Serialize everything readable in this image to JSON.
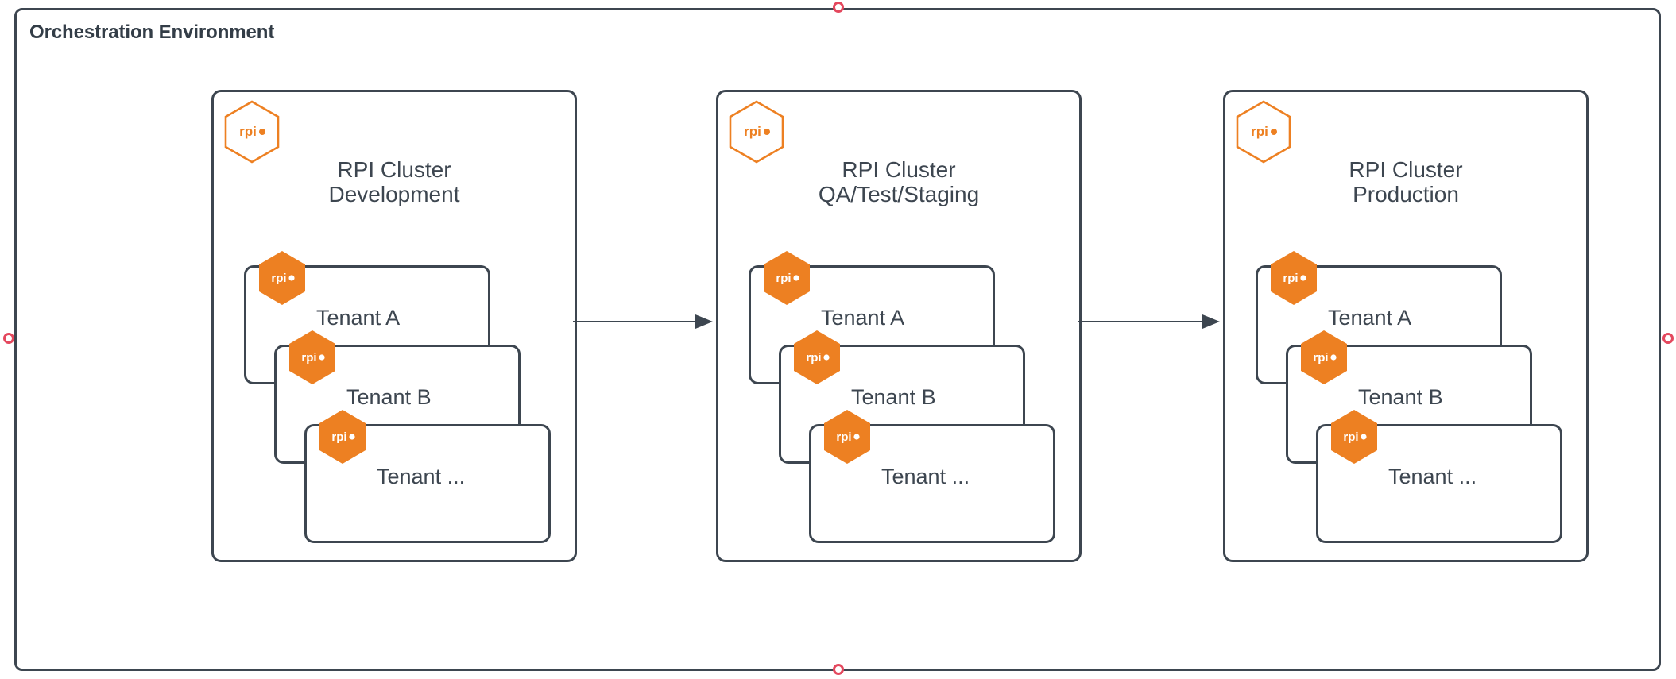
{
  "diagram": {
    "title": "Orchestration Environment",
    "colors": {
      "stroke": "#3d4650",
      "text": "#3d4650",
      "title_text": "#333d47",
      "accent_orange": "#ed8022",
      "handle_red": "#e4485e",
      "background": "#ffffff"
    },
    "selection_handles": [
      {
        "position": "top"
      },
      {
        "position": "left"
      },
      {
        "position": "right"
      },
      {
        "position": "bottom"
      }
    ],
    "clusters": [
      {
        "id": "development",
        "title": "RPI Cluster\nDevelopment",
        "title_line1": "RPI Cluster",
        "title_line2": "Development",
        "logo": "rpi",
        "tenants": [
          {
            "label": "Tenant A",
            "logo": "rpi"
          },
          {
            "label": "Tenant B",
            "logo": "rpi"
          },
          {
            "label": "Tenant ...",
            "logo": "rpi"
          }
        ]
      },
      {
        "id": "qa-test-staging",
        "title": "RPI Cluster\nQA/Test/Staging",
        "title_line1": "RPI Cluster",
        "title_line2": "QA/Test/Staging",
        "logo": "rpi",
        "tenants": [
          {
            "label": "Tenant A",
            "logo": "rpi"
          },
          {
            "label": "Tenant B",
            "logo": "rpi"
          },
          {
            "label": "Tenant ...",
            "logo": "rpi"
          }
        ]
      },
      {
        "id": "production",
        "title": "RPI Cluster\nProduction",
        "title_line1": "RPI Cluster",
        "title_line2": "Production",
        "logo": "rpi",
        "tenants": [
          {
            "label": "Tenant A",
            "logo": "rpi"
          },
          {
            "label": "Tenant B",
            "logo": "rpi"
          },
          {
            "label": "Tenant ...",
            "logo": "rpi"
          }
        ]
      }
    ],
    "connectors": [
      {
        "from": "development",
        "to": "qa-test-staging",
        "style": "arrow"
      },
      {
        "from": "qa-test-staging",
        "to": "production",
        "style": "arrow"
      }
    ],
    "logo_text": "rpi"
  }
}
